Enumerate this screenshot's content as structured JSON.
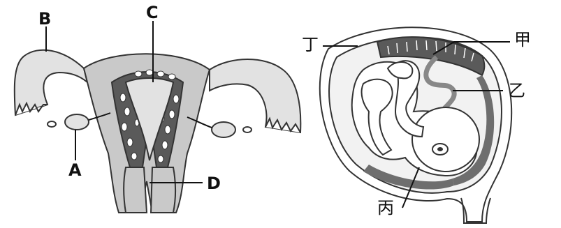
{
  "uterus_diagram": {
    "labels": {
      "a": "A",
      "b": "B",
      "c": "C",
      "d": "D"
    }
  },
  "fetus_diagram": {
    "labels": {
      "jia": "甲",
      "yi": "乙",
      "bing": "丙",
      "ding": "丁"
    }
  },
  "colors": {
    "outline": "#333333",
    "light_tissue": "#e2e2e2",
    "mid_tissue": "#c9c9c9",
    "dark_tissue": "#6e6e6e",
    "label": "#111111"
  }
}
